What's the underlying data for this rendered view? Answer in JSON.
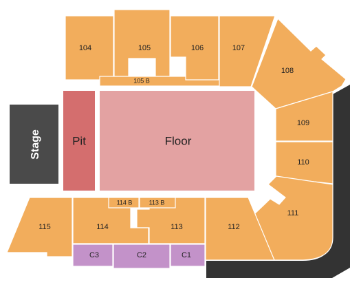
{
  "colors": {
    "section": "#f2ad5c",
    "box_seats": "#c392c9",
    "pit": "#d46e6e",
    "floor": "#e3a2a2",
    "stage": "#4a4a4a",
    "wall": "#333333"
  },
  "stage": {
    "label": "Stage"
  },
  "pit": {
    "label": "Pit"
  },
  "floor": {
    "label": "Floor"
  },
  "sections": {
    "s104": "104",
    "s105": "105",
    "s105b": "105 B",
    "s106": "106",
    "s107": "107",
    "s108": "108",
    "s109": "109",
    "s110": "110",
    "s111": "111",
    "s112": "112",
    "s113": "113",
    "s113b": "113 B",
    "s114": "114",
    "s114b": "114 B",
    "s115": "115",
    "c1": "C1",
    "c2": "C2",
    "c3": "C3"
  }
}
